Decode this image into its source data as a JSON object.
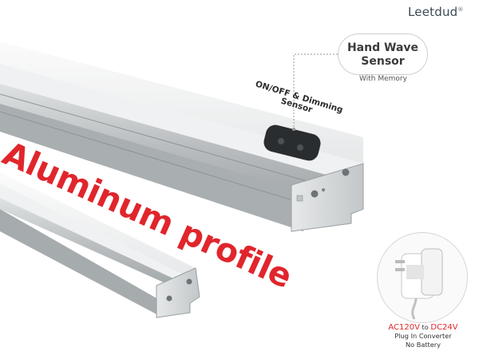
{
  "brand": {
    "name": "Leetdud",
    "trademark": "®"
  },
  "sensor_callout": {
    "title": "Hand Wave\nSensor",
    "subtitle": "With Memory"
  },
  "sensor_label": {
    "line1": "ON/OFF & Dimming",
    "line2": "Sensor"
  },
  "headline": "Aluminum profile",
  "adapter": {
    "voltage_from": "AC120V",
    "voltage_join": " to ",
    "voltage_to": "DC24V",
    "line2": "Plug In Converter",
    "line3": "No Battery"
  },
  "colors": {
    "accent_red": "#e0262c",
    "brand_text": "#3a4b55",
    "aluminum": "#c9cdcf",
    "diffuser": "#f3f4f5"
  }
}
